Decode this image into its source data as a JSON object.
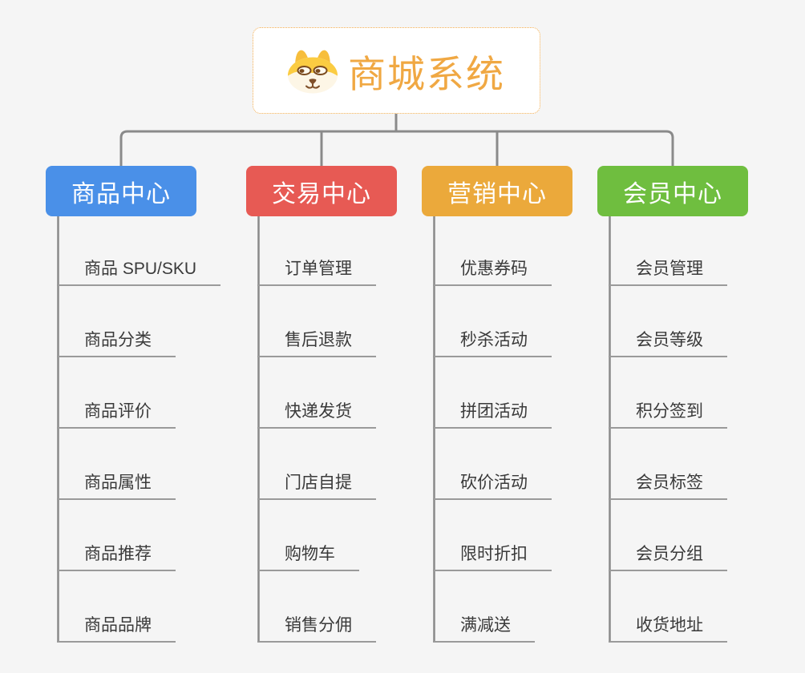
{
  "page": {
    "background": "#F5F5F5"
  },
  "root": {
    "title": "商城系统",
    "icon": "dog-face-icon",
    "text_color": "#F0A843",
    "border_color": "#F2AC4E"
  },
  "connectors": {
    "color": "#8A8A8A"
  },
  "branches": [
    {
      "label": "商品中心",
      "color": "#4A90E8",
      "items": [
        "商品 SPU/SKU",
        "商品分类",
        "商品评价",
        "商品属性",
        "商品推荐",
        "商品品牌"
      ]
    },
    {
      "label": "交易中心",
      "color": "#E75A54",
      "items": [
        "订单管理",
        "售后退款",
        "快递发货",
        "门店自提",
        "购物车",
        "销售分佣"
      ]
    },
    {
      "label": "营销中心",
      "color": "#EBA93B",
      "items": [
        "优惠券码",
        "秒杀活动",
        "拼团活动",
        "砍价活动",
        "限时折扣",
        "满减送"
      ]
    },
    {
      "label": "会员中心",
      "color": "#6FBE3F",
      "items": [
        "会员管理",
        "会员等级",
        "积分签到",
        "会员标签",
        "会员分组",
        "收货地址"
      ]
    }
  ]
}
